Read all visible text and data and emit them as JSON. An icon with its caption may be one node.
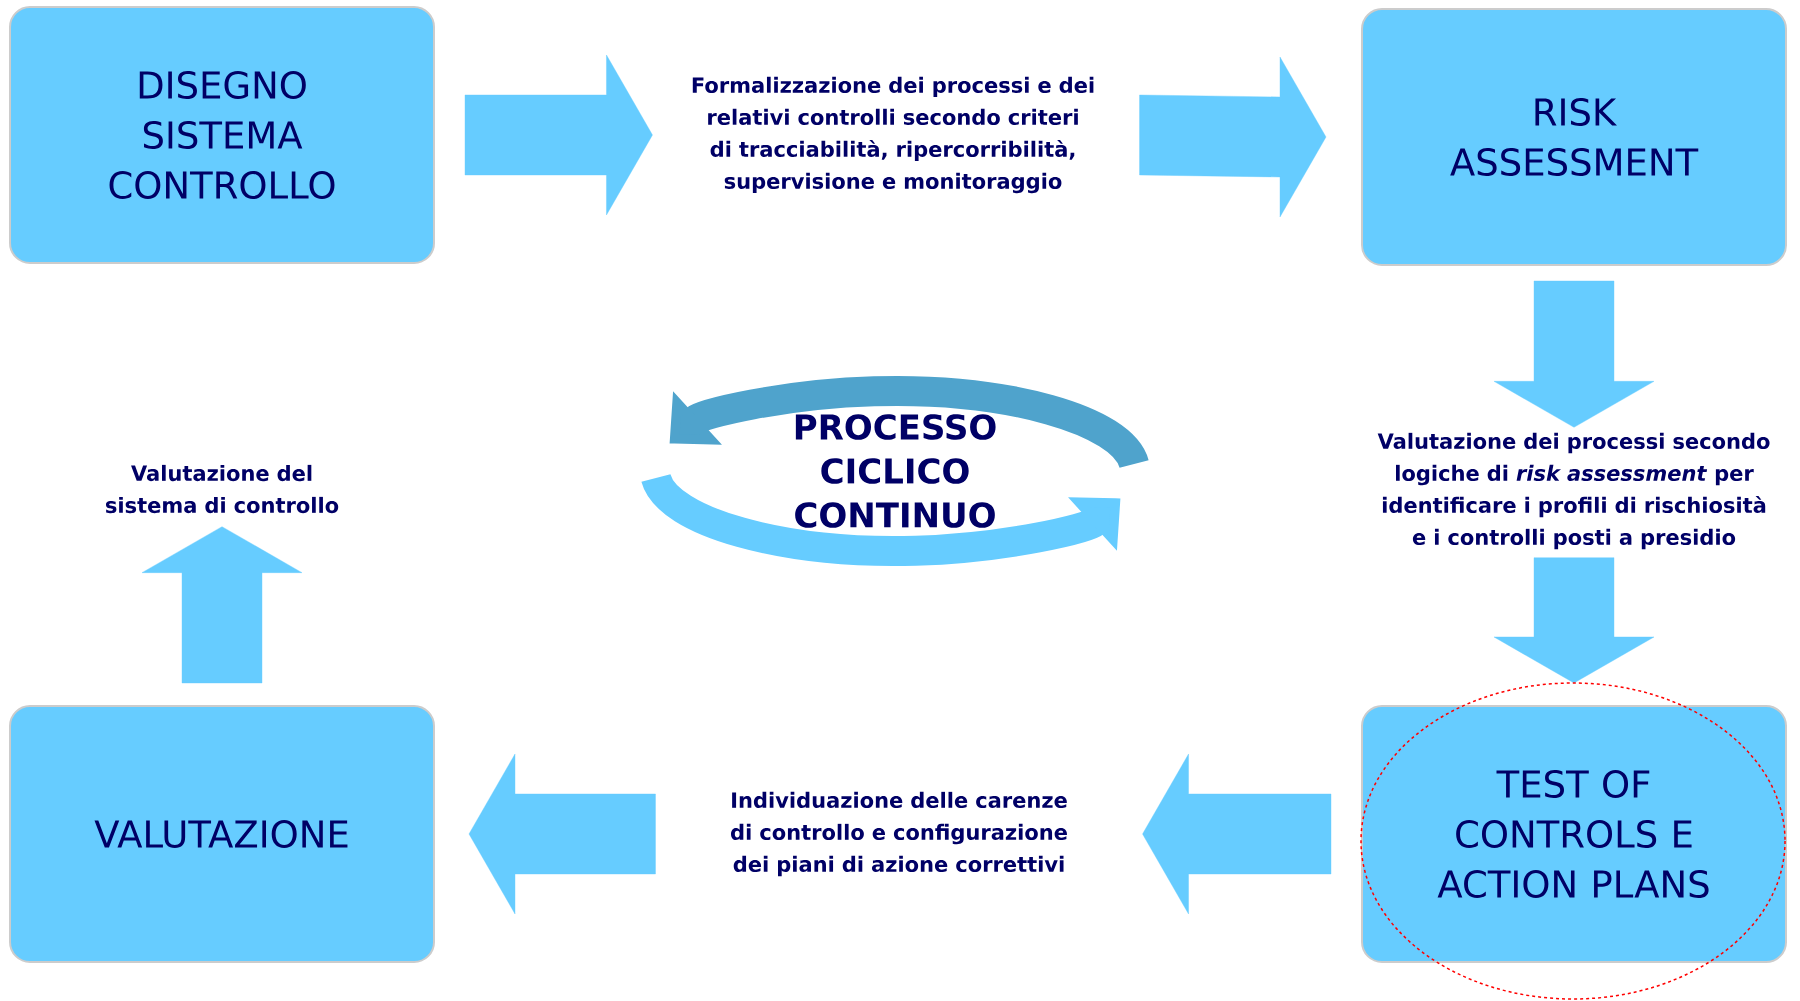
{
  "diagram": {
    "nodes": [
      {
        "text": [
          "DISEGNO SISTEMA CONTROLLO"
        ]
      },
      {
        "text": [
          "Formalizzazione dei processi e dei relativi controlli secondo criteri di tracciabilità, ripercorribilità, supervisione e monitoraggio"
        ]
      },
      {
        "text": [
          "RISK ASSESSMENT"
        ]
      },
      {
        "text": [
          "Valutazione dei processi secondo logiche di *risk assessment* per identificare i profili di rischiosità e i controlli posti a presidio"
        ]
      },
      {
        "text": [
          "TEST OF CONTROLS E ACTION PLANS"
        ]
      },
      {
        "text": [
          "Individuazione delle carenze di controllo e configurazione dei piani di azione correttivi"
        ]
      },
      {
        "text": [
          "VALUTAZIONE"
        ]
      },
      {
        "text": [
          "Valutazione del sistema di controllo"
        ]
      },
      {
        "text": [
          "PROCESSO CICLICO CONTINUO"
        ]
      }
    ],
    "edges": [
      {
        "from": 0,
        "to": 1,
        "arrow": "to"
      },
      {
        "from": 1,
        "to": 2,
        "arrow": "to"
      },
      {
        "from": 2,
        "to": 3,
        "arrow": "to"
      },
      {
        "from": 3,
        "to": 4,
        "arrow": "to"
      },
      {
        "from": 4,
        "to": 5,
        "arrow": "to"
      },
      {
        "from": 5,
        "to": 6,
        "arrow": "to"
      },
      {
        "from": 6,
        "to": 7,
        "arrow": "to"
      }
    ]
  }
}
